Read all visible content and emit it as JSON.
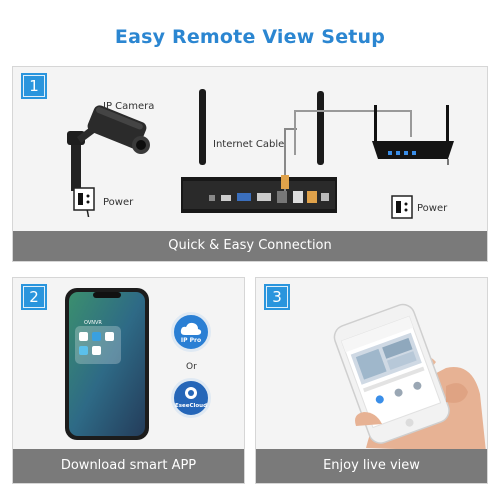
{
  "title": "Easy Remote View Setup",
  "panels": {
    "connection": {
      "step": "1",
      "caption": "Quick & Easy Connection",
      "labels": {
        "ip_camera": "IP Camera",
        "camera_power": "Power",
        "internet_cable": "Internet Cable",
        "router_power": "Power"
      }
    },
    "app": {
      "step": "2",
      "caption": "Download smart APP",
      "phone_folder": "OVNVR",
      "app1": "IP Pro",
      "or": "Or",
      "app2": "EseeCloud"
    },
    "live": {
      "step": "3",
      "caption": "Enjoy live view"
    }
  },
  "colors": {
    "title": "#2b86d1",
    "badge": "#2a95dd",
    "caption_bar": "#7a7a7a",
    "panel_bg": "#f4f4f4"
  }
}
